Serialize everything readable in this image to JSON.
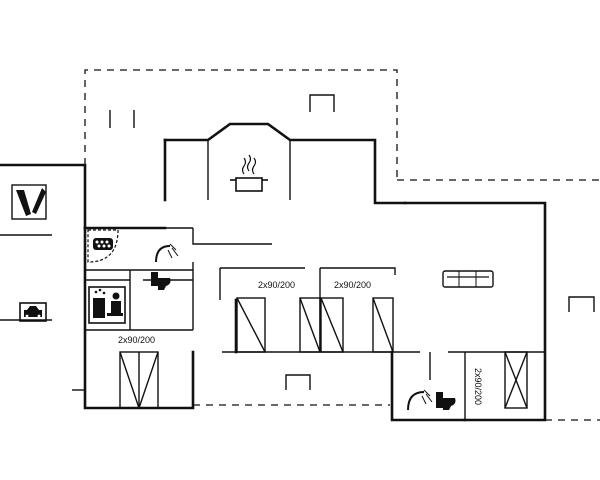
{
  "floorplan": {
    "bed_labels": {
      "room_left": "2x90/200",
      "room_mid_left": "2x90/200",
      "room_mid_right": "2x90/200",
      "room_right": "2x90/200"
    },
    "icons": {
      "kitchen": "cooking-pot-icon",
      "living": "sofa-icon",
      "bathroom_left": "shower-icon",
      "bathroom_right": "shower-icon",
      "toilet": "toilet-icon",
      "sauna": "sauna-icon",
      "spa": "whirlpool-icon",
      "annex_top": "tools-icon",
      "annex_bottom": "car-icon"
    }
  }
}
